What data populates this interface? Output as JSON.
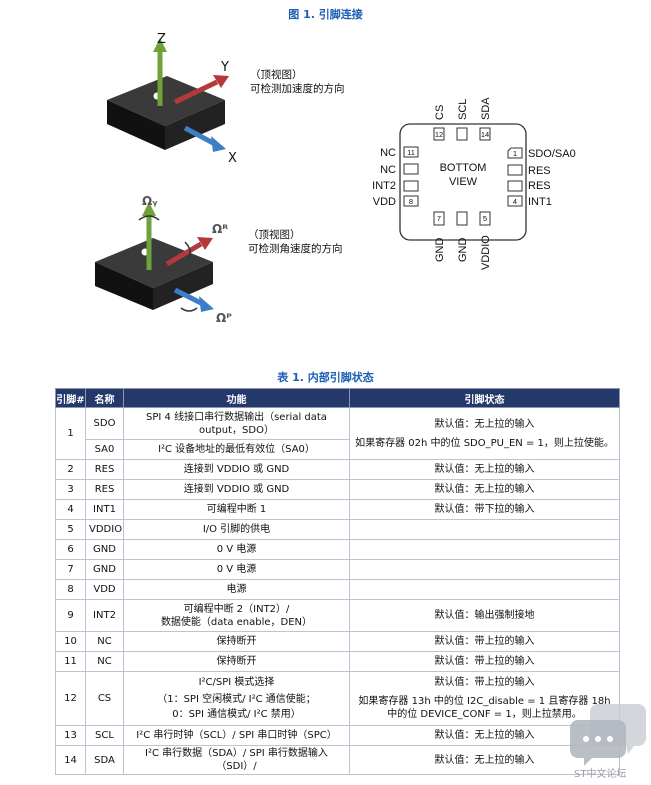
{
  "figure": {
    "caption_prefix": "图 1.",
    "caption_title": "引脚连接",
    "accel": {
      "z_label": "Z",
      "y_label": "Y",
      "x_label": "X",
      "note_line1": "（顶视图）",
      "note_line2": "可检测加速度的方向"
    },
    "gyro": {
      "omega_y": "Ωᵧ",
      "omega_r": "Ωᴿ",
      "omega_p": "Ωᴾ",
      "note_line1": "（顶视图）",
      "note_line2": "可检测角速度的方向"
    },
    "package": {
      "center_line1": "BOTTOM",
      "center_line2": "VIEW",
      "top_labels": [
        "CS",
        "SCL",
        "SDA"
      ],
      "top_nums": [
        "12",
        "",
        "14"
      ],
      "left_labels": [
        "NC",
        "NC",
        "INT2",
        "VDD"
      ],
      "left_nums": [
        "11",
        "",
        "",
        "8"
      ],
      "right_labels": [
        "SDO/SA0",
        "RES",
        "RES",
        "INT1"
      ],
      "right_nums": [
        "1",
        "",
        "",
        "4"
      ],
      "bottom_labels": [
        "GND",
        "GND",
        "VDDIO"
      ],
      "bottom_nums": [
        "7",
        "",
        "5"
      ]
    },
    "colors": {
      "z_arrow": "#6fa33a",
      "y_arrow": "#b3393b",
      "x_arrow": "#3c7fc7",
      "caption": "#1a5fb4"
    }
  },
  "table": {
    "caption_prefix": "表 1.",
    "caption_title": "内部引脚状态",
    "headers": [
      "引脚#",
      "名称",
      "功能",
      "引脚状态"
    ],
    "rows": [
      {
        "pin": "1",
        "name": "SDO",
        "func": "SPI 4 线接口串行数据输出（serial data output，SDO）",
        "status1": "默认值：无上拉的输入",
        "status2": "如果寄存器 02h 中的位 SDO_PU_EN = 1，则上拉使能。"
      },
      {
        "name": "SA0",
        "func": "I²C 设备地址的最低有效位（SA0）"
      },
      {
        "pin": "2",
        "name": "RES",
        "func": "连接到 VDDIO 或 GND",
        "status": "默认值：无上拉的输入"
      },
      {
        "pin": "3",
        "name": "RES",
        "func": "连接到 VDDIO 或 GND",
        "status": "默认值：无上拉的输入"
      },
      {
        "pin": "4",
        "name": "INT1",
        "func": "可编程中断 1",
        "status": "默认值：带下拉的输入"
      },
      {
        "pin": "5",
        "name": "VDDIO",
        "func": "I/O 引脚的供电",
        "status": ""
      },
      {
        "pin": "6",
        "name": "GND",
        "func": "0 V 电源",
        "status": ""
      },
      {
        "pin": "7",
        "name": "GND",
        "func": "0 V 电源",
        "status": ""
      },
      {
        "pin": "8",
        "name": "VDD",
        "func": "电源",
        "status": ""
      },
      {
        "pin": "9",
        "name": "INT2",
        "func1": "可编程中断 2（INT2）/",
        "func2": "数据使能（data enable，DEN）",
        "status": "默认值：输出强制接地"
      },
      {
        "pin": "10",
        "name": "NC",
        "func": "保持断开",
        "status": "默认值：带上拉的输入"
      },
      {
        "pin": "11",
        "name": "NC",
        "func": "保持断开",
        "status": "默认值：带上拉的输入"
      },
      {
        "pin": "12",
        "name": "CS",
        "func1": "I²C/SPI 模式选择",
        "func2": "（1：SPI 空闲模式/ I²C 通信使能；",
        "func3": "0：SPI 通信模式/ I²C 禁用）",
        "status1": "默认值：带上拉的输入",
        "status2": "如果寄存器 13h 中的位 I2C_disable = 1 且寄存器 18h 中的位 DEVICE_CONF = 1，则上拉禁用。"
      },
      {
        "pin": "13",
        "name": "SCL",
        "func": "I²C 串行时钟（SCL）/ SPI 串口时钟（SPC）",
        "status": "默认值：无上拉的输入"
      },
      {
        "pin": "14",
        "name": "SDA",
        "func": "I²C 串行数据（SDA）/ SPI 串行数据输入（SDI）/",
        "status": "默认值：无上拉的输入"
      }
    ]
  },
  "watermark": {
    "text": "ST中文论坛",
    "icon": "chat-bubble-icon"
  }
}
